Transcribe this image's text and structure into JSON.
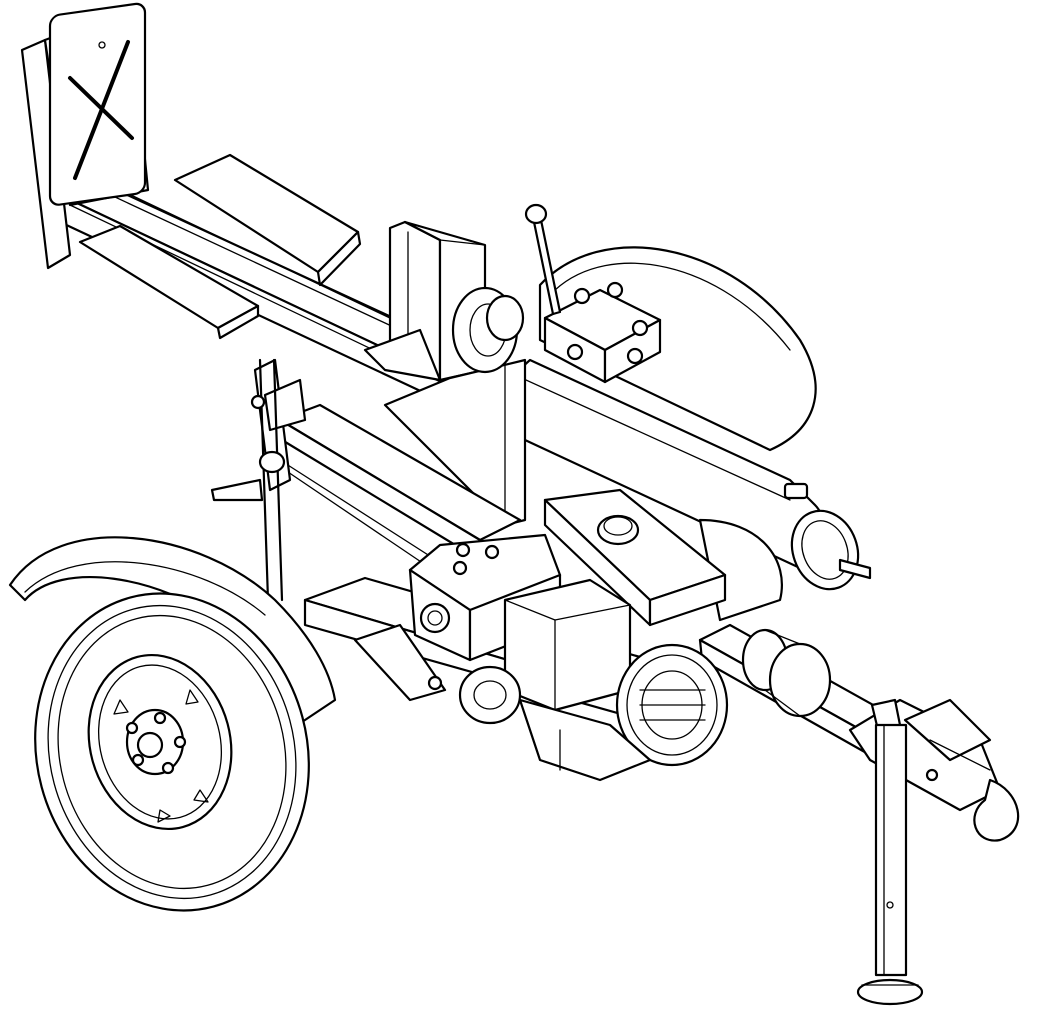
{
  "figure": {
    "subject": "log-splitter-line-drawing",
    "components": [
      "wedge-plate",
      "splitting-beam",
      "log-cradle",
      "splitting-wedge",
      "hydraulic-cylinder",
      "control-valve",
      "control-lever",
      "gas-engine",
      "hydraulic-pump",
      "oil-tank",
      "fender",
      "wheel",
      "axle",
      "tongue",
      "tow-coupler",
      "jack-stand"
    ],
    "style": {
      "line_color": "#000000",
      "background": "#ffffff"
    }
  }
}
